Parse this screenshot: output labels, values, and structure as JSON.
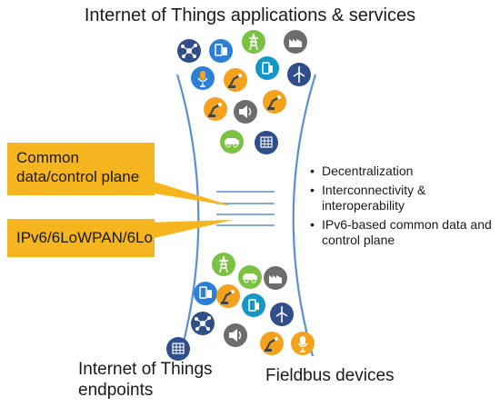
{
  "header": {
    "title": "Internet of Things applications & services"
  },
  "callouts": [
    {
      "label": "Common data/control plane"
    },
    {
      "label": "IPv6/6LoWPAN/6Lo"
    }
  ],
  "features": {
    "items": [
      "Decentralization",
      "Interconnectivity & interoperability",
      "IPv6-based common data and control plane"
    ]
  },
  "bottom": {
    "endpoints_label": "Internet of Things endpoints",
    "fieldbus_label": "Fieldbus devices"
  },
  "colors": {
    "funnel": "#5b8fd1",
    "callout": "#f5b51e",
    "icon_dark": "#2f4e8a",
    "icon_blue": "#2b7fd6",
    "icon_green": "#7cc242",
    "icon_gray": "#6d6d6d",
    "icon_teal": "#1497c6",
    "icon_orange": "#f4a21e"
  },
  "icons": {
    "top": [
      "network-icon",
      "mobile-device-icon",
      "power-tower-icon",
      "factory-icon",
      "microphone-icon",
      "robot-arm-icon",
      "mobile-device-icon",
      "wind-turbine-icon",
      "robot-arm-icon",
      "speaker-icon",
      "robot-arm-icon",
      "car-icon",
      "solar-panel-icon"
    ],
    "bottom": [
      "power-tower-icon",
      "car-icon",
      "factory-icon",
      "mobile-device-icon",
      "robot-arm-icon",
      "mobile-device-icon",
      "network-icon",
      "speaker-icon",
      "wind-turbine-icon",
      "solar-panel-icon",
      "robot-arm-icon",
      "microphone-icon"
    ]
  }
}
